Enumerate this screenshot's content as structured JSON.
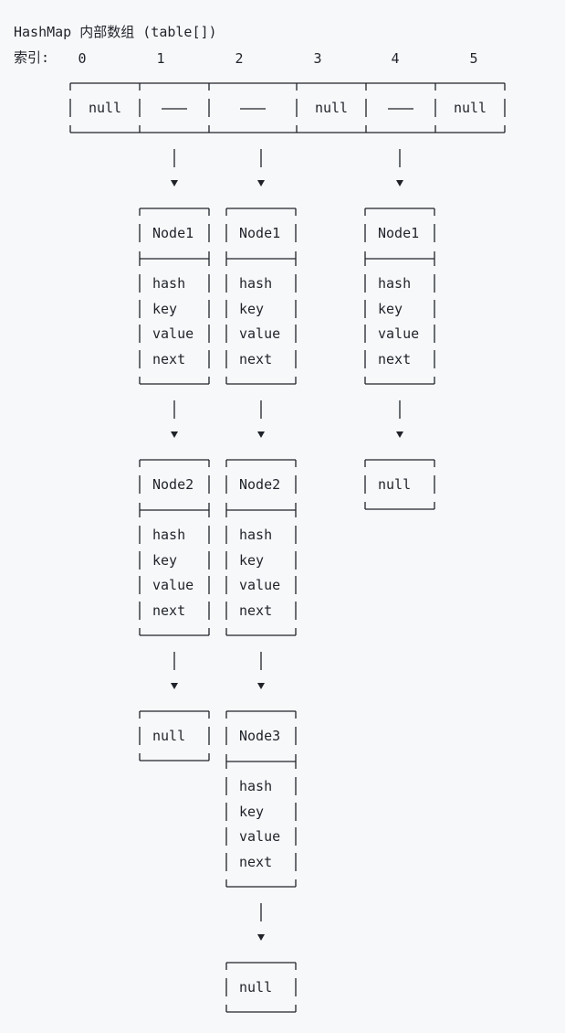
{
  "title": "HashMap 内部数组 (table[])",
  "index_label": "索引:",
  "indices": [
    "0",
    "1",
    "2",
    "3",
    "4",
    "5"
  ],
  "table_cells": [
    "null",
    "---",
    "---",
    "null",
    "---",
    "null"
  ],
  "chains": [
    {
      "index": 1,
      "items": [
        {
          "kind": "node",
          "name": "Node1",
          "fields": [
            "hash",
            "key",
            "value",
            "next"
          ]
        },
        {
          "kind": "node",
          "name": "Node2",
          "fields": [
            "hash",
            "key",
            "value",
            "next"
          ]
        },
        {
          "kind": "null",
          "name": "null"
        }
      ]
    },
    {
      "index": 2,
      "items": [
        {
          "kind": "node",
          "name": "Node1",
          "fields": [
            "hash",
            "key",
            "value",
            "next"
          ]
        },
        {
          "kind": "node",
          "name": "Node2",
          "fields": [
            "hash",
            "key",
            "value",
            "next"
          ]
        },
        {
          "kind": "node",
          "name": "Node3",
          "fields": [
            "hash",
            "key",
            "value",
            "next"
          ]
        },
        {
          "kind": "null",
          "name": "null"
        }
      ]
    },
    {
      "index": 4,
      "items": [
        {
          "kind": "node",
          "name": "Node1",
          "fields": [
            "hash",
            "key",
            "value",
            "next"
          ]
        },
        {
          "kind": "null",
          "name": "null"
        }
      ]
    }
  ]
}
